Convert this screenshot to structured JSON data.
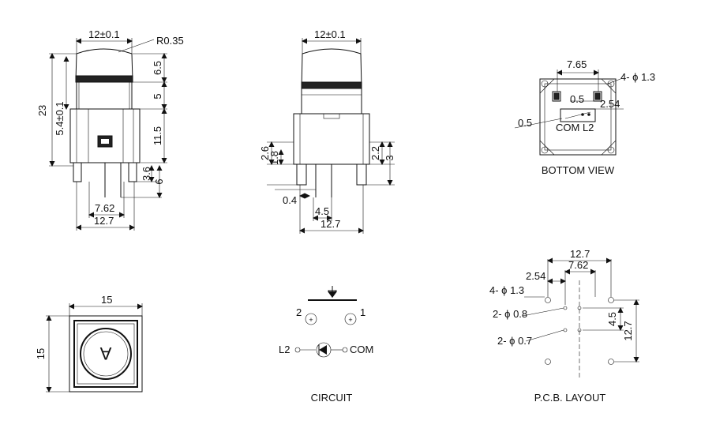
{
  "side_view": {
    "width": "12±0.1",
    "radius": "R0.35",
    "height_total": "23",
    "height_base": "5.4±0.1",
    "cap_h": "6.5",
    "mid_h": "5",
    "body_h": "11.5",
    "pin_a": "3.6",
    "pin_b": "6",
    "pitch": "7.62",
    "base_w": "12.7"
  },
  "front_view": {
    "width": "12±0.1",
    "d26": "2.6",
    "d18": "1.8",
    "d22": "2.2",
    "d3": "3",
    "d04": "0.4",
    "d45": "4.5",
    "base_w": "12.7"
  },
  "bottom_view": {
    "width": "7.65",
    "holes": "4- ϕ 1.3",
    "d05a": "0.5",
    "d254": "2.54",
    "d05b": "0.5",
    "pins": "COM L2",
    "caption": "BOTTOM VIEW"
  },
  "top_view": {
    "width": "15",
    "height": "15",
    "cap_symbol": "A"
  },
  "circuit": {
    "pin2": "2",
    "pin1": "1",
    "l2": "L2",
    "com": "COM",
    "caption": "CIRCUIT"
  },
  "pcb": {
    "w127": "12.7",
    "w762": "7.62",
    "w254": "2.54",
    "holes13": "4- ϕ 1.3",
    "holes08": "2- ϕ 0.8",
    "holes07": "2- ϕ 0.7",
    "h45": "4.5",
    "h127": "12.7",
    "caption": "P.C.B. LAYOUT"
  }
}
